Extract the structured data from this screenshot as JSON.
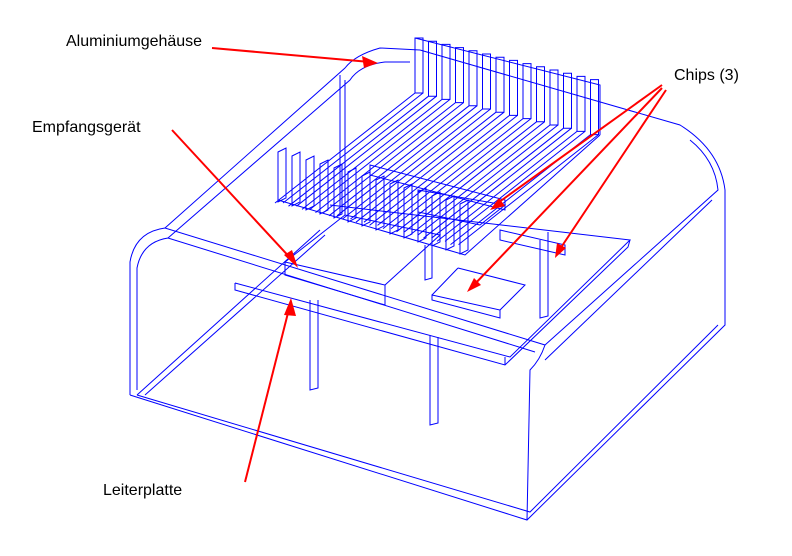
{
  "labels": {
    "housing": "Aluminiumgehäuse",
    "receiver": "Empfangsgerät",
    "chips": "Chips (3)",
    "pcb": "Leiterplatte"
  },
  "colors": {
    "wireframe": "#0000ff",
    "arrows": "#ff0000"
  }
}
